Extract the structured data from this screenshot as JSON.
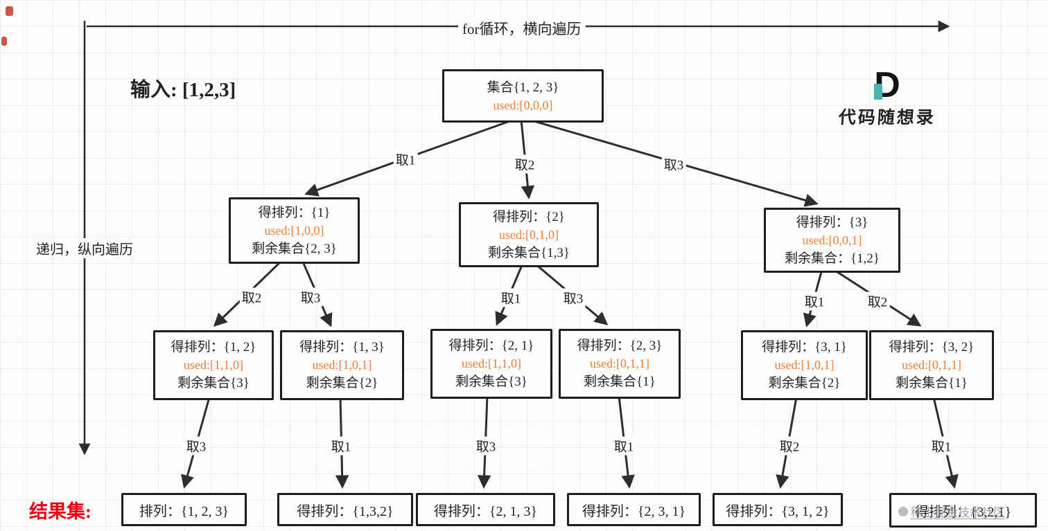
{
  "annotations": {
    "top_arrow_label": "for循环，横向遍历",
    "left_arrow_label": "递归，纵向遍历",
    "input_label": "输入: [1,2,3]",
    "result_set_label": "结果集:"
  },
  "logo": {
    "letter": "D",
    "name": "代码随想录"
  },
  "watermark": {
    "text": "稀土掘金技术社区"
  },
  "colors": {
    "used_text": "#ed7d31",
    "result_set_label": "#e60012",
    "arrow_line": "#2d2d2d",
    "box_border": "#1d1d1d",
    "logo_teal": "#45b5b5",
    "background": "#fcfcfb"
  },
  "tree": {
    "root": {
      "title": "集合{1, 2, 3}",
      "used": "used:[0,0,0]"
    },
    "level1": [
      {
        "perm": "得排列：{1}",
        "used": "used:[1,0,0]",
        "rest": "剩余集合{2, 3}"
      },
      {
        "perm": "得排列：{2}",
        "used": "used:[0,1,0]",
        "rest": "剩余集合{1,3}"
      },
      {
        "perm": "得排列：{3}",
        "used": "used:[0,0,1]",
        "rest": "剩余集合：{1,2}"
      }
    ],
    "level2": [
      {
        "perm": "得排列：{1, 2}",
        "used": "used:[1,1,0]",
        "rest": "剩余集合{3}"
      },
      {
        "perm": "得排列：{1, 3}",
        "used": "used:[1,0,1]",
        "rest": "剩余集合{2}"
      },
      {
        "perm": "得排列：{2, 1}",
        "used": "used:[1,1,0]",
        "rest": "剩余集合{3}"
      },
      {
        "perm": "得排列：{2, 3}",
        "used": "used:[0,1,1]",
        "rest": "剩余集合{1}"
      },
      {
        "perm": "得排列：{3, 1}",
        "used": "used:[1,0,1]",
        "rest": "剩余集合{2}"
      },
      {
        "perm": "得排列：{3, 2}",
        "used": "used:[0,1,1]",
        "rest": "剩余集合{1}"
      }
    ],
    "results": [
      "排列：{1, 2, 3}",
      "得排列：{1,3,2}",
      "得排列：{2, 1, 3}",
      "得排列：{2, 3, 1}",
      "得排列：{3, 1, 2}",
      "得排列：{3,2,1}"
    ],
    "edge_labels": [
      "取1",
      "取2",
      "取3",
      "取2",
      "取3",
      "取1",
      "取3",
      "取1",
      "取2",
      "取3",
      "取1",
      "取3",
      "取1",
      "取2",
      "取1"
    ]
  }
}
